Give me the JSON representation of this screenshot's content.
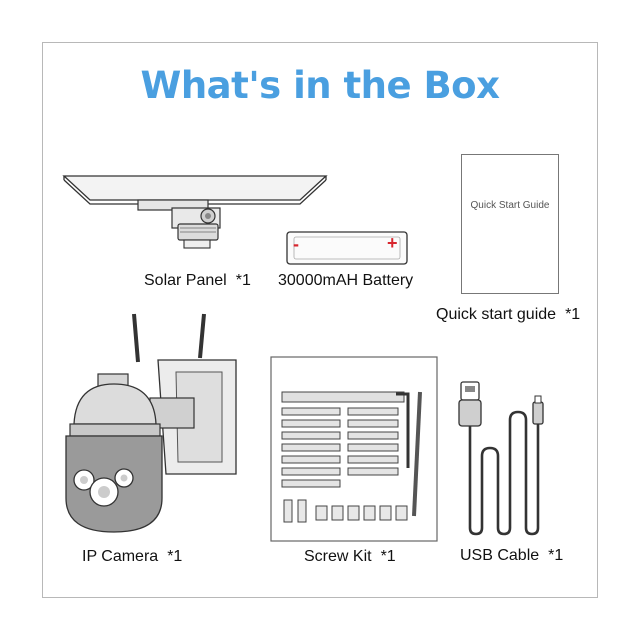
{
  "title": "What's in the Box",
  "colors": {
    "title_blue": "#4a9fe0",
    "battery_red": "#d7262e",
    "line_art": "#3a3a3a"
  },
  "items": [
    {
      "label": "Solar Panel",
      "qty": "*1",
      "icon": "solar-panel"
    },
    {
      "label": "30000mAH Battery",
      "qty": "",
      "icon": "battery"
    },
    {
      "label": "Quick start guide",
      "qty": "*1",
      "icon": "guide-booklet",
      "cover_text": "Quick Start Guide"
    },
    {
      "label": "IP Camera",
      "qty": "*1",
      "icon": "ip-camera"
    },
    {
      "label": "Screw Kit",
      "qty": "*1",
      "icon": "screw-kit"
    },
    {
      "label": "USB Cable",
      "qty": "*1",
      "icon": "usb-cable"
    }
  ],
  "battery_marks": {
    "minus": "-",
    "plus": "+"
  }
}
